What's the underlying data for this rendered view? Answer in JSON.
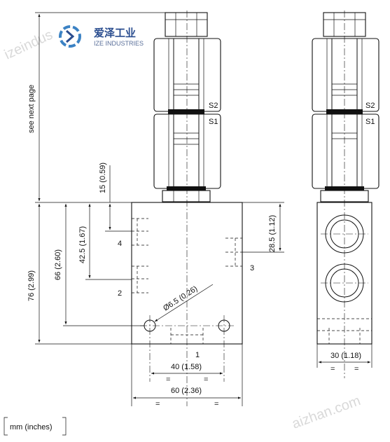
{
  "brand": {
    "name_cn": "爱泽工业",
    "name_en": "IZE INDUSTRIES",
    "watermark_left": "izeindus",
    "watermark_right": "aizhan.com"
  },
  "notes": {
    "see_next_page": "see next page",
    "units": "mm (inches)"
  },
  "ports": {
    "p4": "4",
    "p2": "2",
    "p3": "3",
    "p1": "1",
    "s1": "S1",
    "s2": "S2"
  },
  "dimensions": {
    "d15": "15 (0.59)",
    "d42_5": "42.5 (1.67)",
    "d66": "66 (2.60)",
    "d76": "76 (2.99)",
    "d28_5": "28.5 (1.12)",
    "hole": "Ø6.5 (0.26)",
    "d40": "40 (1.58)",
    "d60": "60 (2.36)",
    "d30": "30 (1.18)",
    "eq": "="
  }
}
